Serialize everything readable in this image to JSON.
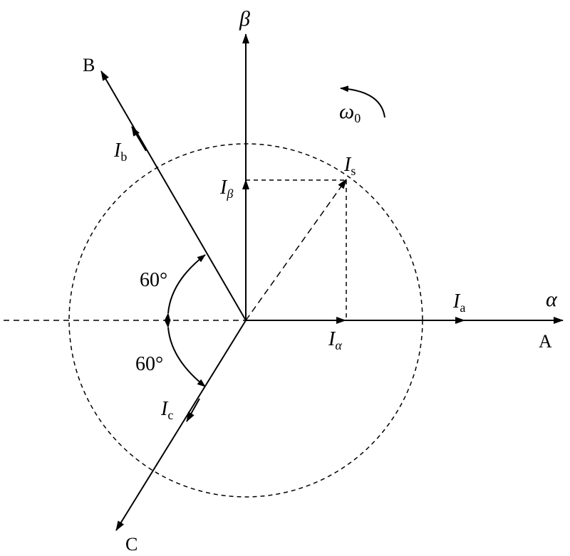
{
  "diagram": {
    "axes": {
      "alpha": "α",
      "beta": "β",
      "A": "A",
      "B": "B",
      "C": "C"
    },
    "rotation": {
      "symbol": "ω",
      "subscript": "0"
    },
    "currents": {
      "Is": {
        "main": "I",
        "sub": "s"
      },
      "Ia": {
        "main": "I",
        "sub": "a"
      },
      "Ib": {
        "main": "I",
        "sub": "b"
      },
      "Ic": {
        "main": "I",
        "sub": "c"
      },
      "Ialpha": {
        "main": "I",
        "sub": "α"
      },
      "Ibeta": {
        "main": "I",
        "sub": "β"
      }
    },
    "angles": {
      "upper": "60°",
      "lower": "60°"
    }
  },
  "colors": {
    "stroke": "#000000",
    "background": "#ffffff"
  }
}
